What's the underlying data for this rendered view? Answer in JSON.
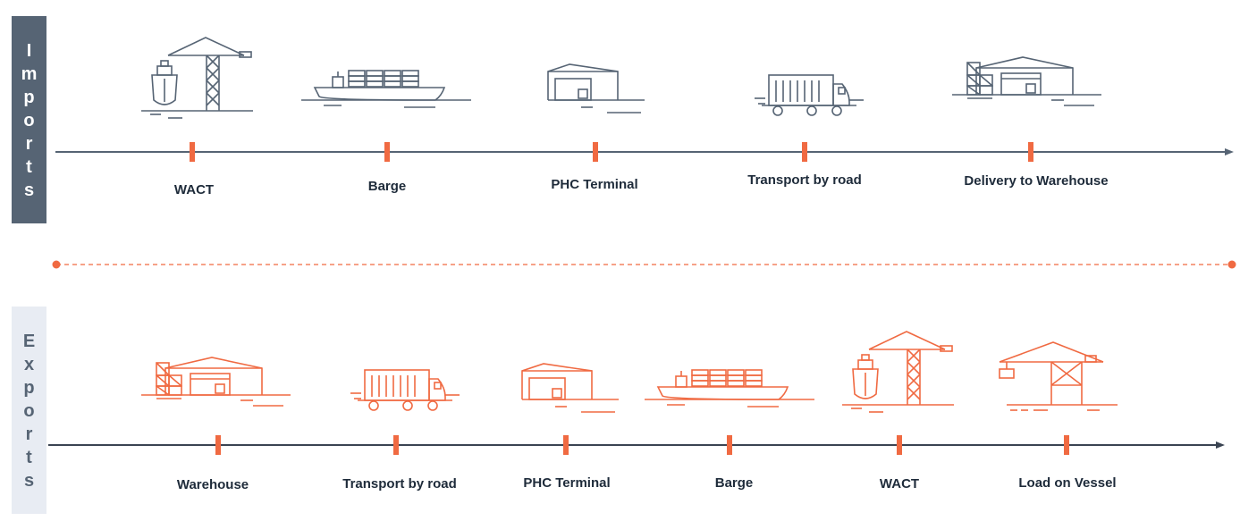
{
  "colors": {
    "imports": "#566474",
    "exports": "#f06a42",
    "axis_imports": "#566474",
    "axis_exports": "#3a4452",
    "tick": "#f06a42"
  },
  "imports": {
    "title_chars": [
      "I",
      "m",
      "p",
      "o",
      "r",
      "t",
      "s"
    ],
    "steps": [
      {
        "label": "WACT",
        "icon": "ship-crane-icon"
      },
      {
        "label": "Barge",
        "icon": "barge-icon"
      },
      {
        "label": "PHC Terminal",
        "icon": "terminal-icon"
      },
      {
        "label": "Transport by road",
        "icon": "truck-icon"
      },
      {
        "label": "Delivery to Warehouse",
        "icon": "warehouse-icon"
      }
    ]
  },
  "exports": {
    "title_chars": [
      "E",
      "x",
      "p",
      "o",
      "r",
      "t",
      "s"
    ],
    "steps": [
      {
        "label": "Warehouse",
        "icon": "warehouse-icon"
      },
      {
        "label": "Transport by road",
        "icon": "truck-icon"
      },
      {
        "label": "PHC Terminal",
        "icon": "terminal-icon"
      },
      {
        "label": "Barge",
        "icon": "barge-icon"
      },
      {
        "label": "WACT",
        "icon": "ship-crane-icon"
      },
      {
        "label": "Load on Vessel",
        "icon": "crane-icon"
      }
    ]
  }
}
